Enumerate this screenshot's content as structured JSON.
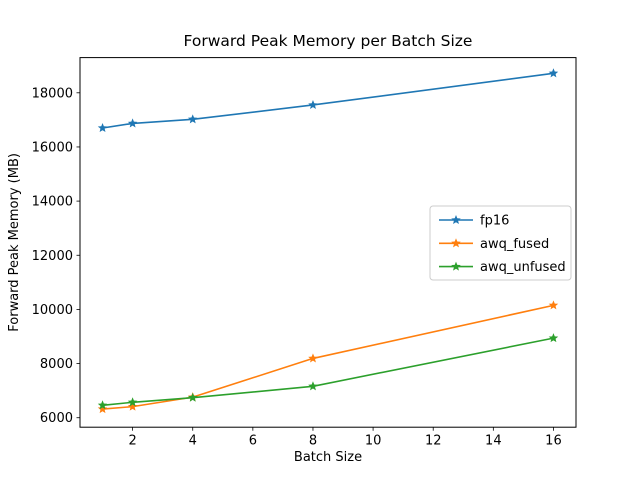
{
  "figure": {
    "title": "Forward Peak Memory per Batch Size"
  },
  "chart_data": {
    "type": "line",
    "title": "Forward Peak Memory per Batch Size",
    "xlabel": "Batch Size",
    "ylabel": "Forward Peak Memory (MB)",
    "x": [
      1,
      2,
      4,
      8,
      16
    ],
    "series": [
      {
        "name": "fp16",
        "color": "#1f77b4",
        "values": [
          16700,
          16870,
          17020,
          17550,
          18720
        ]
      },
      {
        "name": "awq_fused",
        "color": "#ff7f0e",
        "values": [
          6320,
          6410,
          6760,
          8190,
          10150
        ]
      },
      {
        "name": "awq_unfused",
        "color": "#2ca02c",
        "values": [
          6460,
          6570,
          6740,
          7160,
          8940
        ]
      }
    ],
    "xlim": [
      0.25,
      16.75
    ],
    "ylim": [
      5650,
      19300
    ],
    "xticks": [
      2,
      4,
      6,
      8,
      10,
      12,
      14,
      16
    ],
    "yticks": [
      6000,
      8000,
      10000,
      12000,
      14000,
      16000,
      18000
    ],
    "grid": false,
    "marker": "star",
    "legend_position": "center right",
    "legend_entries": [
      "fp16",
      "awq_fused",
      "awq_unfused"
    ],
    "background_color": "#ffffff",
    "spine_color": "#000000"
  }
}
